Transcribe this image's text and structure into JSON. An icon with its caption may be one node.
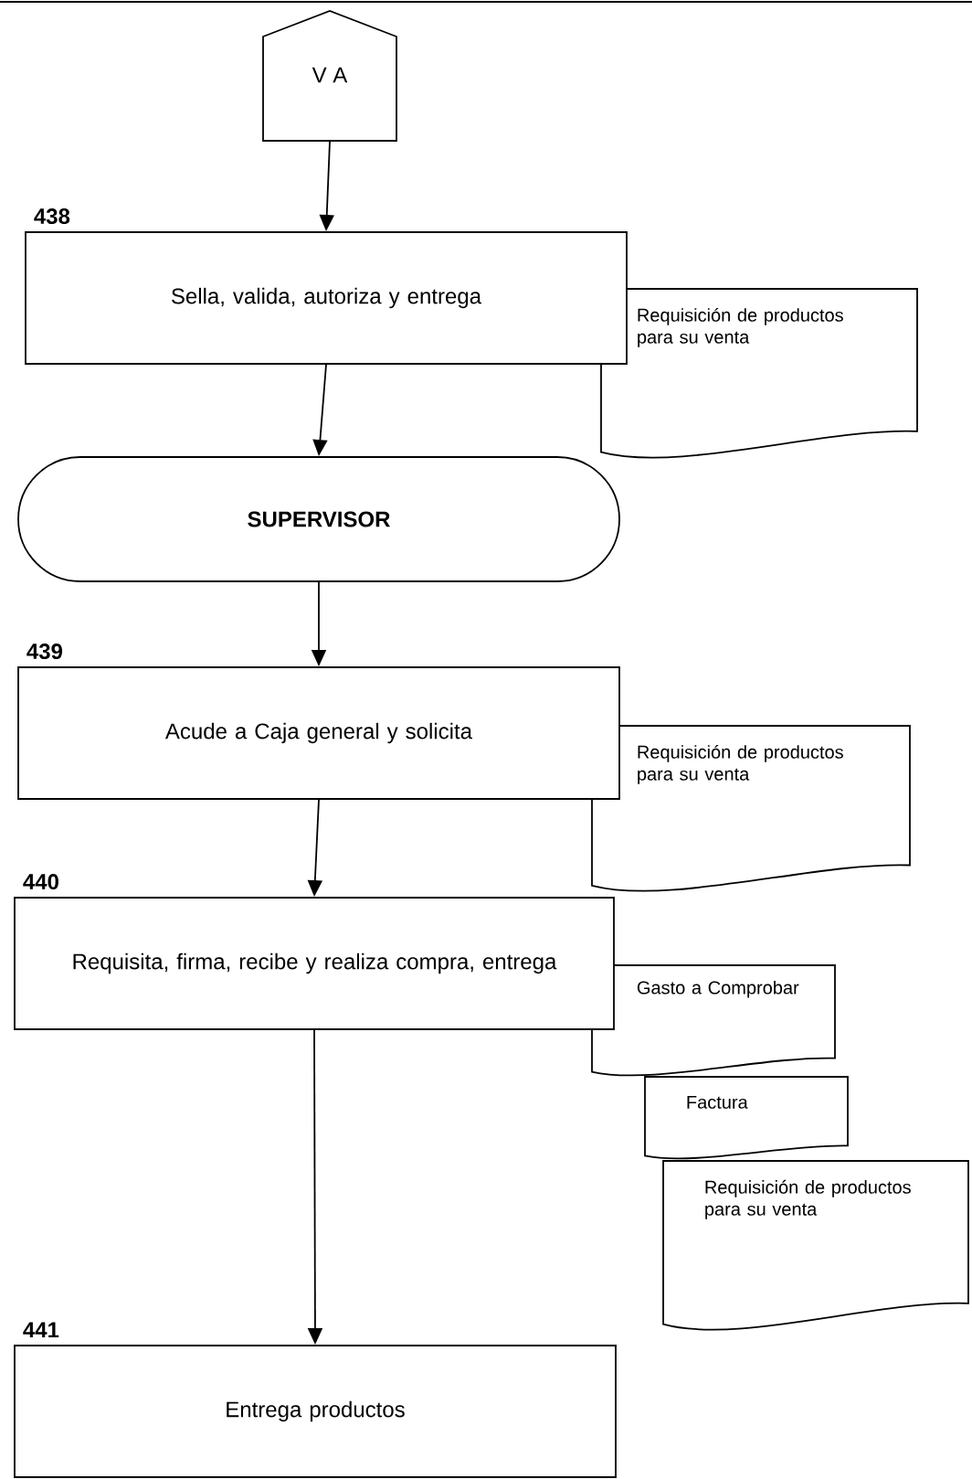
{
  "diagram": {
    "nodes": [
      {
        "text": [
          "V A"
        ]
      },
      {
        "text": [
          "438",
          "Sella, valida, autoriza y entrega"
        ]
      },
      {
        "text": [
          "Requisición de productos para su venta"
        ]
      },
      {
        "text": [
          "SUPERVISOR"
        ]
      },
      {
        "text": [
          "439",
          "Acude a Caja general y solicita"
        ]
      },
      {
        "text": [
          "Requisición de productos para su venta"
        ]
      },
      {
        "text": [
          "440",
          "Requisita, firma, recibe y realiza compra, entrega"
        ]
      },
      {
        "text": [
          "Gasto a Comprobar"
        ]
      },
      {
        "text": [
          "Factura"
        ]
      },
      {
        "text": [
          "Requisición de productos para su venta"
        ]
      },
      {
        "text": [
          "441",
          "Entrega productos"
        ]
      }
    ],
    "edges": [
      {
        "from": 0,
        "to": 1,
        "arrow": "to"
      },
      {
        "from": 1,
        "to": 3,
        "arrow": "to"
      },
      {
        "from": 3,
        "to": 4,
        "arrow": "to"
      },
      {
        "from": 4,
        "to": 6,
        "arrow": "to"
      },
      {
        "from": 6,
        "to": 10,
        "arrow": "to"
      }
    ]
  }
}
